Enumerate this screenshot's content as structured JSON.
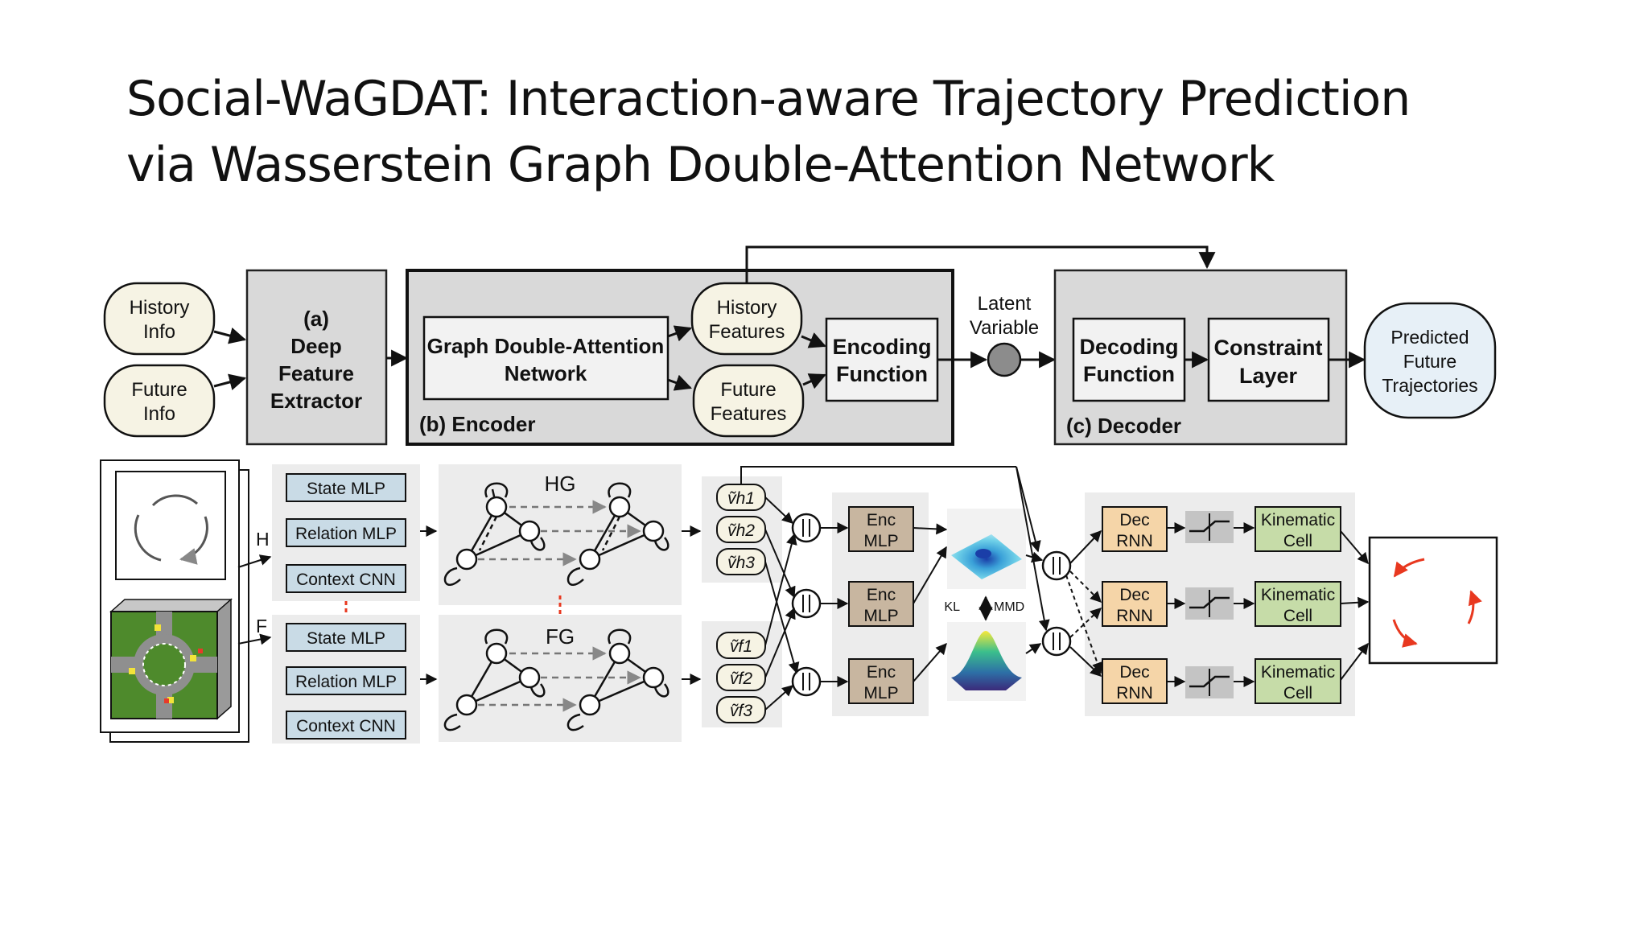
{
  "title": {
    "line1": "Social-WaGDAT: Interaction-aware Trajectory Prediction",
    "line2": "via Wasserstein Graph Double-Attention Network"
  },
  "top": {
    "history_info": [
      "History",
      "Info"
    ],
    "future_info": [
      "Future",
      "Info"
    ],
    "extractor": [
      "(a)",
      "Deep",
      "Feature",
      "Extractor"
    ],
    "gdan": [
      "Graph Double-Attention",
      "Network"
    ],
    "history_features": [
      "History",
      "Features"
    ],
    "future_features": [
      "Future",
      "Features"
    ],
    "encoding_function": [
      "Encoding",
      "Function"
    ],
    "encoder_label": "(b) Encoder",
    "latent_variable": [
      "Latent",
      "Variable"
    ],
    "decoding_function": [
      "Decoding",
      "Function"
    ],
    "constraint_layer": [
      "Constraint",
      "Layer"
    ],
    "decoder_label": "(c) Decoder",
    "predicted": [
      "Predicted",
      "Future",
      "Trajectories"
    ]
  },
  "bottom": {
    "h_label": "H",
    "f_label": "F",
    "state_mlp": "State MLP",
    "relation_mlp": "Relation MLP",
    "context_cnn": "Context CNN",
    "hg_label": "HG",
    "fg_label": "FG",
    "vh": [
      "ṽh1",
      "ṽh2",
      "ṽh3"
    ],
    "vf": [
      "ṽf1",
      "ṽf2",
      "ṽf3"
    ],
    "enc_mlp": [
      "Enc",
      "MLP"
    ],
    "kl": "KL",
    "mmd": "MMD",
    "dec_rnn": [
      "Dec",
      "RNN"
    ],
    "kinematic_cell": [
      "Kinematic",
      "Cell"
    ]
  },
  "colors": {
    "gray_box": "#d9d9d9",
    "pill": "#f6f3e4",
    "blue_module": "#c9dbe6",
    "enc_mlp": "#c8b6a0",
    "dec_rnn": "#f5d5a8",
    "kinematic": "#c6dca8",
    "arrow_red": "#e8381f",
    "predicted_fill": "#e7f0f7"
  }
}
